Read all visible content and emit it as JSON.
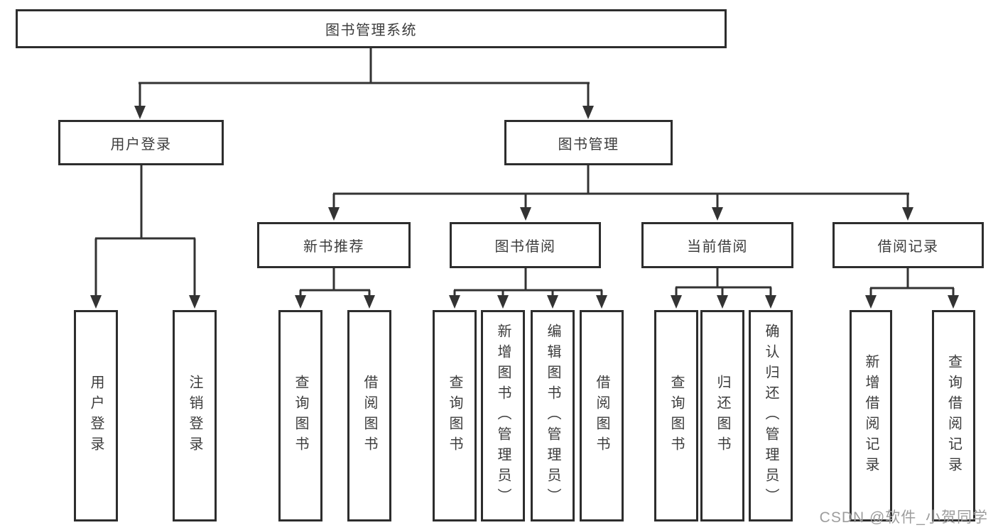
{
  "diagram_type": "hierarchy-tree",
  "colors": {
    "line": "#333333",
    "box_border": "#2d2d2d",
    "box_fill": "#ffffff",
    "text": "#3c3c3c",
    "watermark": "#9d9d9d",
    "background": "#ffffff"
  },
  "tree": {
    "label": "图书管理系统",
    "children": [
      {
        "label": "用户登录",
        "children": [
          {
            "label": "用户登录"
          },
          {
            "label": "注销登录"
          }
        ]
      },
      {
        "label": "图书管理",
        "children": [
          {
            "label": "新书推荐",
            "children": [
              {
                "label": "查询图书"
              },
              {
                "label": "借阅图书"
              }
            ]
          },
          {
            "label": "图书借阅",
            "children": [
              {
                "label": "查询图书"
              },
              {
                "label": "新增图书（管理员）"
              },
              {
                "label": "编辑图书（管理员）"
              },
              {
                "label": "借阅图书"
              }
            ]
          },
          {
            "label": "当前借阅",
            "children": [
              {
                "label": "查询图书"
              },
              {
                "label": "归还图书"
              },
              {
                "label": "确认归还（管理员）"
              }
            ]
          },
          {
            "label": "借阅记录",
            "children": [
              {
                "label": "新增借阅记录"
              },
              {
                "label": "查询借阅记录"
              }
            ]
          }
        ]
      }
    ]
  },
  "watermark": {
    "text": "CSDN @软件_小贺同学"
  }
}
